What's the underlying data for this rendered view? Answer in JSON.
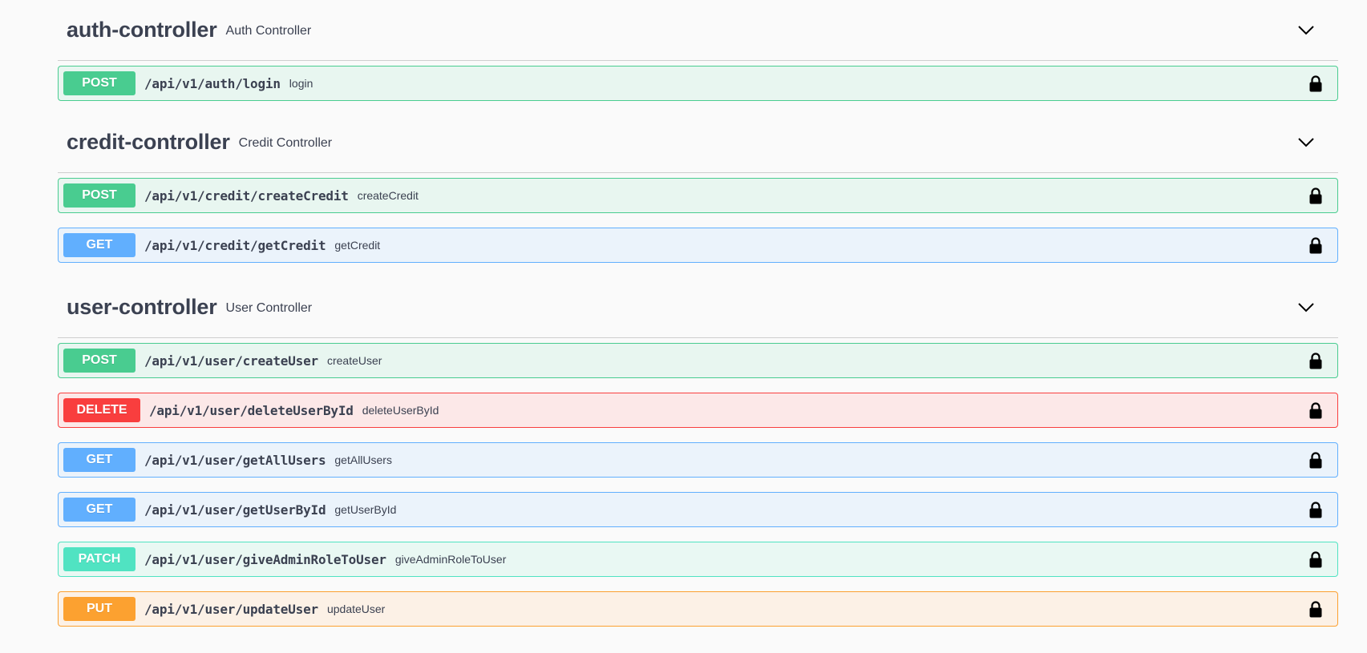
{
  "colors": {
    "post": "#49cc90",
    "get": "#61affe",
    "delete": "#f93e3e",
    "patch": "#50e3c2",
    "put": "#fca130",
    "text": "#3b4151",
    "background": "#fafafa"
  },
  "sections": [
    {
      "name": "auth-controller",
      "description": "Auth Controller",
      "icon": "chevron-down-icon",
      "operations": [
        {
          "method": "POST",
          "path": "/api/v1/auth/login",
          "summary": "login",
          "icon": "lock-icon"
        }
      ]
    },
    {
      "name": "credit-controller",
      "description": "Credit Controller",
      "icon": "chevron-down-icon",
      "operations": [
        {
          "method": "POST",
          "path": "/api/v1/credit/createCredit",
          "summary": "createCredit",
          "icon": "lock-icon"
        },
        {
          "method": "GET",
          "path": "/api/v1/credit/getCredit",
          "summary": "getCredit",
          "icon": "lock-icon"
        }
      ]
    },
    {
      "name": "user-controller",
      "description": "User Controller",
      "icon": "chevron-down-icon",
      "operations": [
        {
          "method": "POST",
          "path": "/api/v1/user/createUser",
          "summary": "createUser",
          "icon": "lock-icon"
        },
        {
          "method": "DELETE",
          "path": "/api/v1/user/deleteUserById",
          "summary": "deleteUserById",
          "icon": "lock-icon"
        },
        {
          "method": "GET",
          "path": "/api/v1/user/getAllUsers",
          "summary": "getAllUsers",
          "icon": "lock-icon"
        },
        {
          "method": "GET",
          "path": "/api/v1/user/getUserById",
          "summary": "getUserById",
          "icon": "lock-icon"
        },
        {
          "method": "PATCH",
          "path": "/api/v1/user/giveAdminRoleToUser",
          "summary": "giveAdminRoleToUser",
          "icon": "lock-icon"
        },
        {
          "method": "PUT",
          "path": "/api/v1/user/updateUser",
          "summary": "updateUser",
          "icon": "lock-icon"
        }
      ]
    }
  ]
}
